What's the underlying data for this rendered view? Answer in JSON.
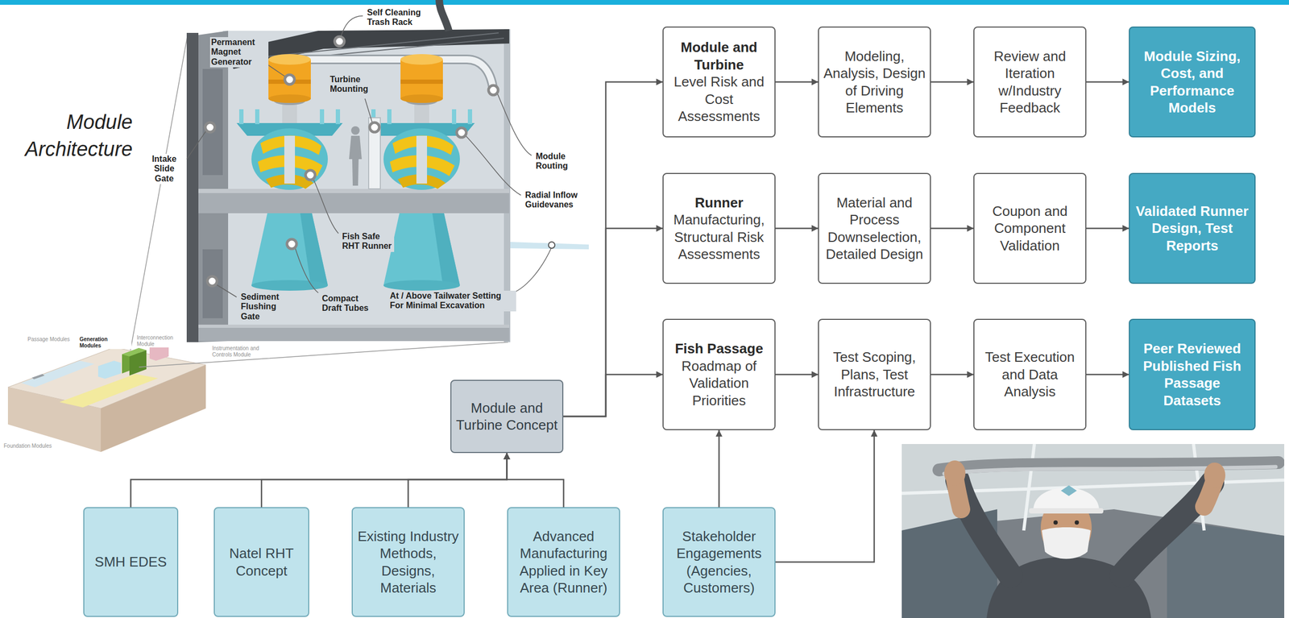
{
  "diagram": {
    "nodes": [
      {
        "text": [
          "Module and Turbine",
          "Level Risk and Cost Assessments"
        ]
      },
      {
        "text": [
          "Modeling, Analysis, Design of Driving Elements"
        ]
      },
      {
        "text": [
          "Review and Iteration w/Industry Feedback"
        ]
      },
      {
        "text": [
          "Module Sizing, Cost, and Performance Models"
        ]
      },
      {
        "text": [
          "Runner",
          "Manufacturing, Structural Risk Assessments"
        ]
      },
      {
        "text": [
          "Material and Process Downselection, Detailed Design"
        ]
      },
      {
        "text": [
          "Coupon and Component Validation"
        ]
      },
      {
        "text": [
          "Validated Runner Design, Test Reports"
        ]
      },
      {
        "text": [
          "Fish Passage",
          "Roadmap of Validation Priorities"
        ]
      },
      {
        "text": [
          "Test Scoping, Plans, Test Infrastructure"
        ]
      },
      {
        "text": [
          "Test Execution and Data Analysis"
        ]
      },
      {
        "text": [
          "Peer Reviewed Published Fish Passage Datasets"
        ]
      },
      {
        "text": [
          "Module and Turbine Concept"
        ]
      },
      {
        "text": [
          "SMH EDES"
        ]
      },
      {
        "text": [
          "Natel RHT Concept"
        ]
      },
      {
        "text": [
          "Existing Industry Methods, Designs, Materials"
        ]
      },
      {
        "text": [
          "Advanced Manufacturing Applied in Key Area (Runner)"
        ]
      },
      {
        "text": [
          "Stakeholder Engagements (Agencies, Customers)"
        ]
      }
    ],
    "edges": [
      {
        "from": 12,
        "to": 0,
        "arrow": "to"
      },
      {
        "from": 12,
        "to": 4,
        "arrow": "to"
      },
      {
        "from": 12,
        "to": 8,
        "arrow": "to"
      },
      {
        "from": 0,
        "to": 1,
        "arrow": "to"
      },
      {
        "from": 1,
        "to": 2,
        "arrow": "to"
      },
      {
        "from": 2,
        "to": 3,
        "arrow": "to"
      },
      {
        "from": 4,
        "to": 5,
        "arrow": "to"
      },
      {
        "from": 5,
        "to": 6,
        "arrow": "to"
      },
      {
        "from": 6,
        "to": 7,
        "arrow": "to"
      },
      {
        "from": 8,
        "to": 9,
        "arrow": "to"
      },
      {
        "from": 9,
        "to": 10,
        "arrow": "to"
      },
      {
        "from": 10,
        "to": 11,
        "arrow": "to"
      },
      {
        "from": 13,
        "to": 12,
        "arrow": "to"
      },
      {
        "from": 14,
        "to": 12,
        "arrow": "to"
      },
      {
        "from": 15,
        "to": 12,
        "arrow": "to"
      },
      {
        "from": 16,
        "to": 12,
        "arrow": "to"
      },
      {
        "from": 17,
        "to": 8,
        "arrow": "to"
      },
      {
        "from": 17,
        "to": 9,
        "arrow": "to"
      }
    ],
    "labels": [
      "Module Architecture",
      "Self Cleaning Trash Rack",
      "Permanent Magnet Generator",
      "Turbine Mounting",
      "Module Routing",
      "Radial Inflow Guidevanes",
      "Intake Slide Gate",
      "Fish Safe RHT Runner",
      "Sediment Flushing Gate",
      "Compact Draft Tubes",
      "At / Above Tailwater Setting For Minimal Excavation",
      "Passage Modules",
      "Generation Modules",
      "Interconnection Module",
      "Instrumentation and Controls Module",
      "Foundation Modules"
    ]
  }
}
